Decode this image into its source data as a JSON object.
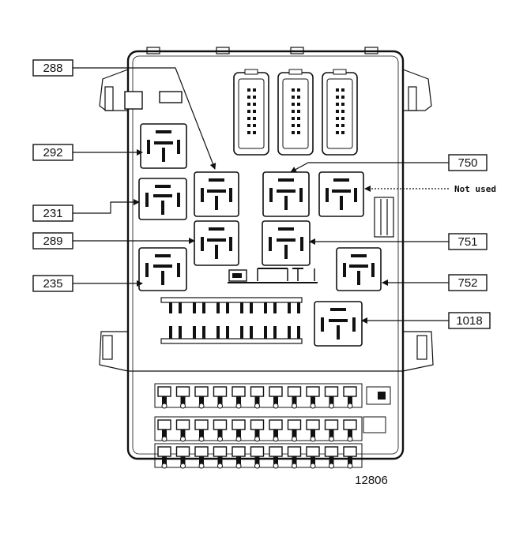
{
  "labels": {
    "l288": "288",
    "l292": "292",
    "l231": "231",
    "l289": "289",
    "l235": "235",
    "l750": "750",
    "l751": "751",
    "l752": "752",
    "l1018": "1018"
  },
  "not_used": "Not used",
  "figure_number": "12806"
}
